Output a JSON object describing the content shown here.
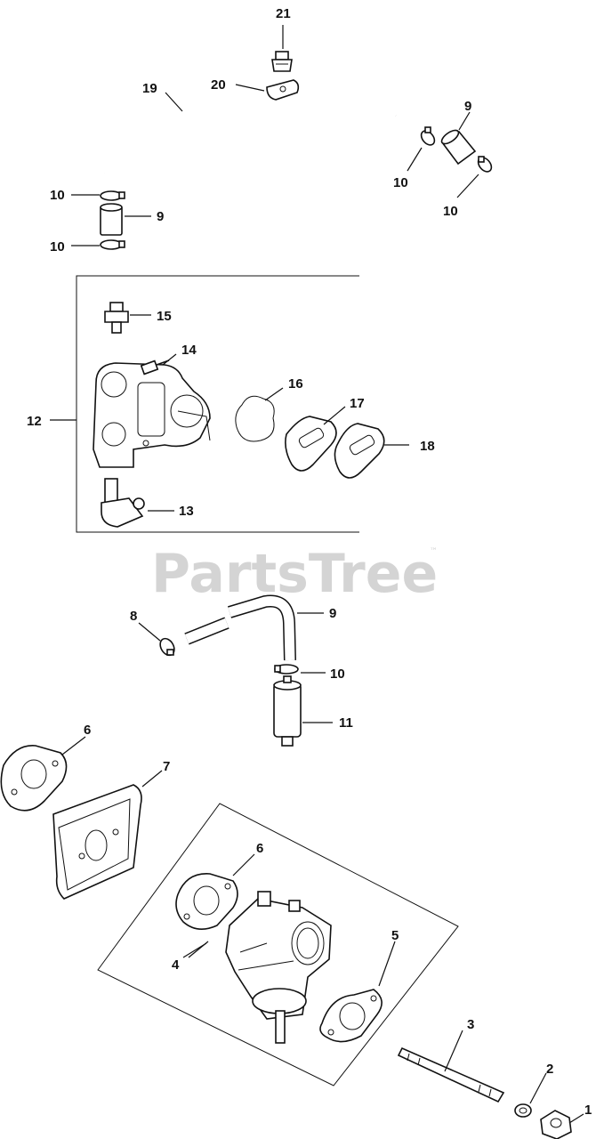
{
  "watermark": {
    "text": "PartsTree",
    "trademark": "™"
  },
  "callouts": {
    "c1": "1",
    "c2": "2",
    "c3": "3",
    "c4": "4",
    "c5": "5",
    "c6a": "6",
    "c6b": "6",
    "c7": "7",
    "c8": "8",
    "c9a": "9",
    "c9b": "9",
    "c9c": "9",
    "c10a": "10",
    "c10b": "10",
    "c10c": "10",
    "c10d": "10",
    "c10e": "10",
    "c11": "11",
    "c12": "12",
    "c13": "13",
    "c14": "14",
    "c15": "15",
    "c16": "16",
    "c17": "17",
    "c18": "18",
    "c19": "19",
    "c20": "20",
    "c21": "21"
  }
}
